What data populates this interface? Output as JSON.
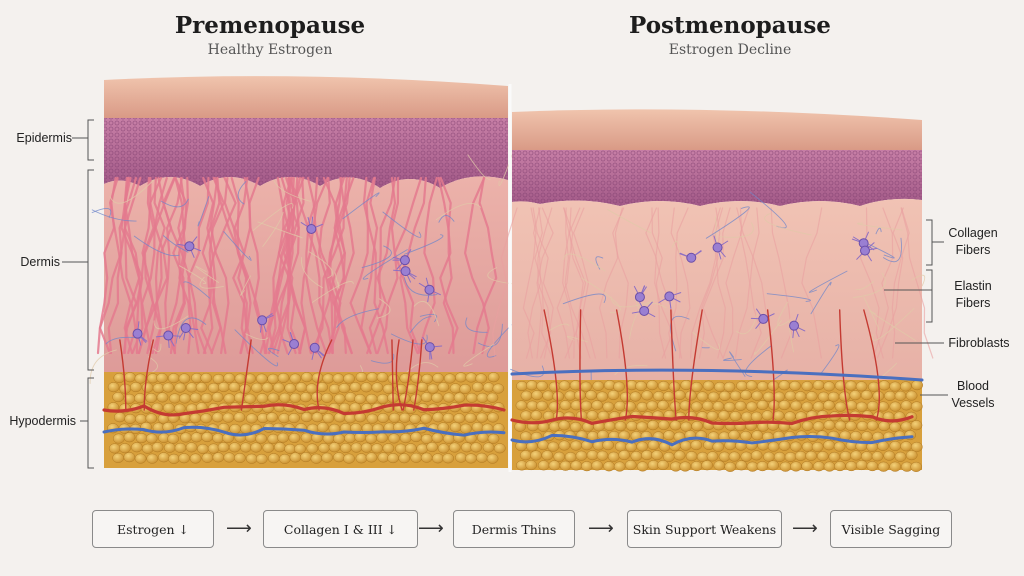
{
  "panels": {
    "left": {
      "title": "Premenopause",
      "subtitle": "Healthy Estrogen"
    },
    "right": {
      "title": "Postmenopause",
      "subtitle": "Estrogen Decline"
    }
  },
  "layer_labels": [
    "Epidermis",
    "Dermis",
    "Hypodermis"
  ],
  "structure_labels": [
    "Collagen Fibers",
    "Elastin Fibers",
    "Fibroblasts",
    "Blood Vessels"
  ],
  "flow": [
    "Estrogen ↓",
    "Collagen I & III ↓",
    "Dermis Thins",
    "Skin Support Weakens",
    "Visible Sagging"
  ],
  "colors": {
    "background": "#f4f1ee",
    "epidermis": "#b86a98",
    "dermis": "#e7a5a0",
    "fat": "#e2b04a",
    "artery": "#c43a32",
    "vein": "#4a6fbf"
  }
}
